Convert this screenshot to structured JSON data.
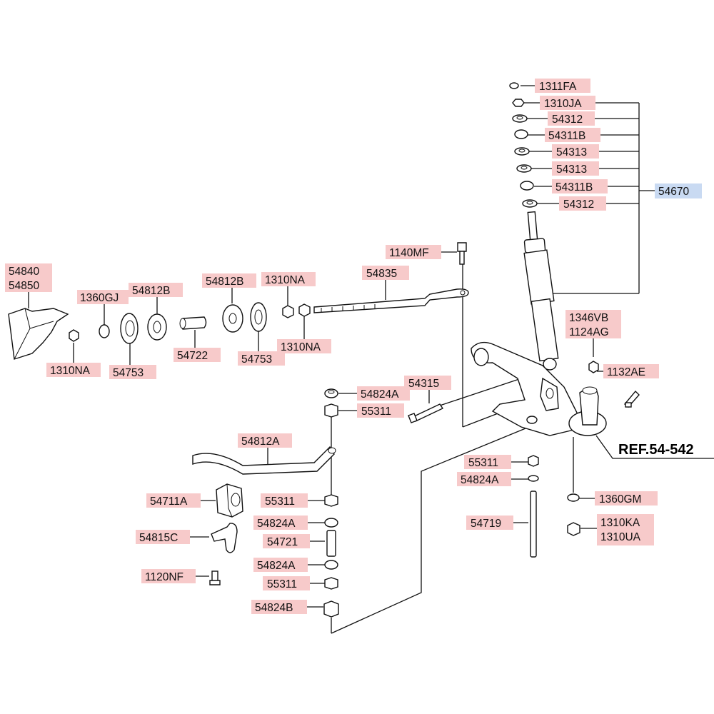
{
  "colors": {
    "label_bg": "#f7caca",
    "assembly_bg": "#c9daf2",
    "line": "#111111"
  },
  "labels": {
    "l1311FA": "1311FA",
    "l1310JA": "1310JA",
    "l54312a": "54312",
    "l54311Ba": "54311B",
    "l54313a": "54313",
    "l54313b": "54313",
    "l54311Bb": "54311B",
    "l54312b": "54312",
    "l54670": "54670",
    "l1140MF": "1140MF",
    "l54835": "54835",
    "l54840": "54840",
    "l54850": "54850",
    "l1360GJ": "1360GJ",
    "l54812Ba": "54812B",
    "l54812Bb": "54812B",
    "l1310NAa": "1310NA",
    "l1310NAb": "1310NA",
    "l1310NAc": "1310NA",
    "l54753a": "54753",
    "l54753b": "54753",
    "l54722": "54722",
    "l1346VB": "1346VB",
    "l1124AG": "1124AG",
    "l1132AE": "1132AE",
    "l54315": "54315",
    "l54824Aa": "54824A",
    "l55311a": "55311",
    "l54812A": "54812A",
    "l55311b": "55311",
    "l54824Ab": "54824A",
    "l54711A": "54711A",
    "l55311c": "55311",
    "l54824Ac": "54824A",
    "l54815C": "54815C",
    "l54721": "54721",
    "l54824Ad": "54824A",
    "l1120NF": "1120NF",
    "l55311d": "55311",
    "l54824B": "54824B",
    "l1360GM": "1360GM",
    "l54719": "54719",
    "l1310KA": "1310KA",
    "l1310UA": "1310UA",
    "ref": "REF.54-542"
  }
}
